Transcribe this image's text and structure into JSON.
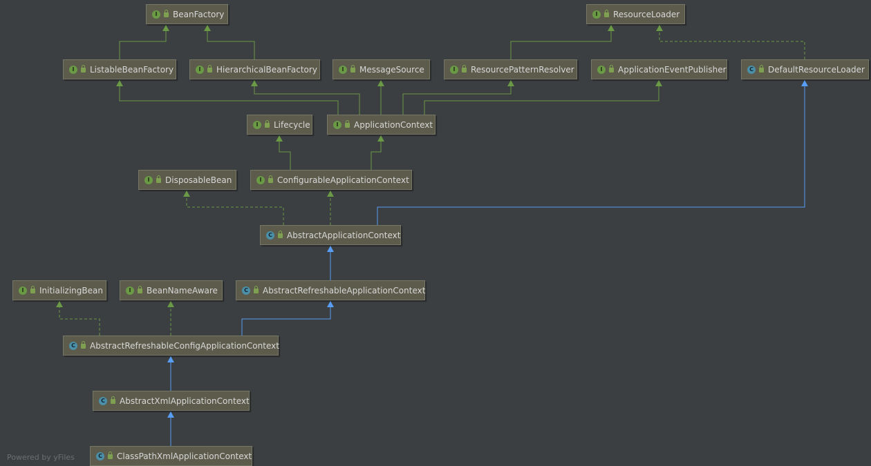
{
  "diagram": {
    "nodes": [
      {
        "id": "BeanFactory",
        "kind": "interface",
        "badge": "I",
        "label": "BeanFactory"
      },
      {
        "id": "ResourceLoader",
        "kind": "interface",
        "badge": "I",
        "label": "ResourceLoader"
      },
      {
        "id": "ListableBeanFactory",
        "kind": "interface",
        "badge": "I",
        "label": "ListableBeanFactory"
      },
      {
        "id": "HierarchicalBeanFactory",
        "kind": "interface",
        "badge": "I",
        "label": "HierarchicalBeanFactory"
      },
      {
        "id": "MessageSource",
        "kind": "interface",
        "badge": "I",
        "label": "MessageSource"
      },
      {
        "id": "ResourcePatternResolver",
        "kind": "interface",
        "badge": "I",
        "label": "ResourcePatternResolver"
      },
      {
        "id": "ApplicationEventPublisher",
        "kind": "interface",
        "badge": "I",
        "label": "ApplicationEventPublisher"
      },
      {
        "id": "DefaultResourceLoader",
        "kind": "class",
        "badge": "C",
        "label": "DefaultResourceLoader"
      },
      {
        "id": "Lifecycle",
        "kind": "interface",
        "badge": "I",
        "label": "Lifecycle"
      },
      {
        "id": "ApplicationContext",
        "kind": "interface",
        "badge": "I",
        "label": "ApplicationContext"
      },
      {
        "id": "DisposableBean",
        "kind": "interface",
        "badge": "I",
        "label": "DisposableBean"
      },
      {
        "id": "ConfigurableApplicationContext",
        "kind": "interface",
        "badge": "I",
        "label": "ConfigurableApplicationContext"
      },
      {
        "id": "AbstractApplicationContext",
        "kind": "class",
        "badge": "C",
        "label": "AbstractApplicationContext"
      },
      {
        "id": "InitializingBean",
        "kind": "interface",
        "badge": "I",
        "label": "InitializingBean"
      },
      {
        "id": "BeanNameAware",
        "kind": "interface",
        "badge": "I",
        "label": "BeanNameAware"
      },
      {
        "id": "AbstractRefreshableApplicationContext",
        "kind": "class",
        "badge": "C",
        "label": "AbstractRefreshableApplicationContext"
      },
      {
        "id": "AbstractRefreshableConfigApplicationContext",
        "kind": "class",
        "badge": "C",
        "label": "AbstractRefreshableConfigApplicationContext"
      },
      {
        "id": "AbstractXmlApplicationContext",
        "kind": "class",
        "badge": "C",
        "label": "AbstractXmlApplicationContext"
      },
      {
        "id": "ClassPathXmlApplicationContext",
        "kind": "class",
        "badge": "C",
        "label": "ClassPathXmlApplicationContext"
      }
    ],
    "edges": [
      {
        "from": "ListableBeanFactory",
        "to": "BeanFactory",
        "type": "interface-extends"
      },
      {
        "from": "HierarchicalBeanFactory",
        "to": "BeanFactory",
        "type": "interface-extends"
      },
      {
        "from": "ResourcePatternResolver",
        "to": "ResourceLoader",
        "type": "interface-extends"
      },
      {
        "from": "DefaultResourceLoader",
        "to": "ResourceLoader",
        "type": "implements"
      },
      {
        "from": "ApplicationContext",
        "to": "ListableBeanFactory",
        "type": "interface-extends"
      },
      {
        "from": "ApplicationContext",
        "to": "HierarchicalBeanFactory",
        "type": "interface-extends"
      },
      {
        "from": "ApplicationContext",
        "to": "MessageSource",
        "type": "interface-extends"
      },
      {
        "from": "ApplicationContext",
        "to": "ResourcePatternResolver",
        "type": "interface-extends"
      },
      {
        "from": "ApplicationContext",
        "to": "ApplicationEventPublisher",
        "type": "interface-extends"
      },
      {
        "from": "ConfigurableApplicationContext",
        "to": "Lifecycle",
        "type": "interface-extends"
      },
      {
        "from": "ConfigurableApplicationContext",
        "to": "ApplicationContext",
        "type": "interface-extends"
      },
      {
        "from": "AbstractApplicationContext",
        "to": "DisposableBean",
        "type": "implements"
      },
      {
        "from": "AbstractApplicationContext",
        "to": "ConfigurableApplicationContext",
        "type": "implements"
      },
      {
        "from": "AbstractApplicationContext",
        "to": "DefaultResourceLoader",
        "type": "extends"
      },
      {
        "from": "AbstractRefreshableApplicationContext",
        "to": "AbstractApplicationContext",
        "type": "extends"
      },
      {
        "from": "AbstractRefreshableConfigApplicationContext",
        "to": "InitializingBean",
        "type": "implements"
      },
      {
        "from": "AbstractRefreshableConfigApplicationContext",
        "to": "BeanNameAware",
        "type": "implements"
      },
      {
        "from": "AbstractRefreshableConfigApplicationContext",
        "to": "AbstractRefreshableApplicationContext",
        "type": "extends"
      },
      {
        "from": "AbstractXmlApplicationContext",
        "to": "AbstractRefreshableConfigApplicationContext",
        "type": "extends"
      },
      {
        "from": "ClassPathXmlApplicationContext",
        "to": "AbstractXmlApplicationContext",
        "type": "extends"
      }
    ],
    "colors": {
      "background": "#3c3f41",
      "interface_edge": "#6a9a45",
      "class_edge": "#589df6",
      "node_fill": "#5c5b4c",
      "node_text": "#d8d8d8"
    }
  },
  "footer": {
    "text": "Powered by yFiles"
  }
}
